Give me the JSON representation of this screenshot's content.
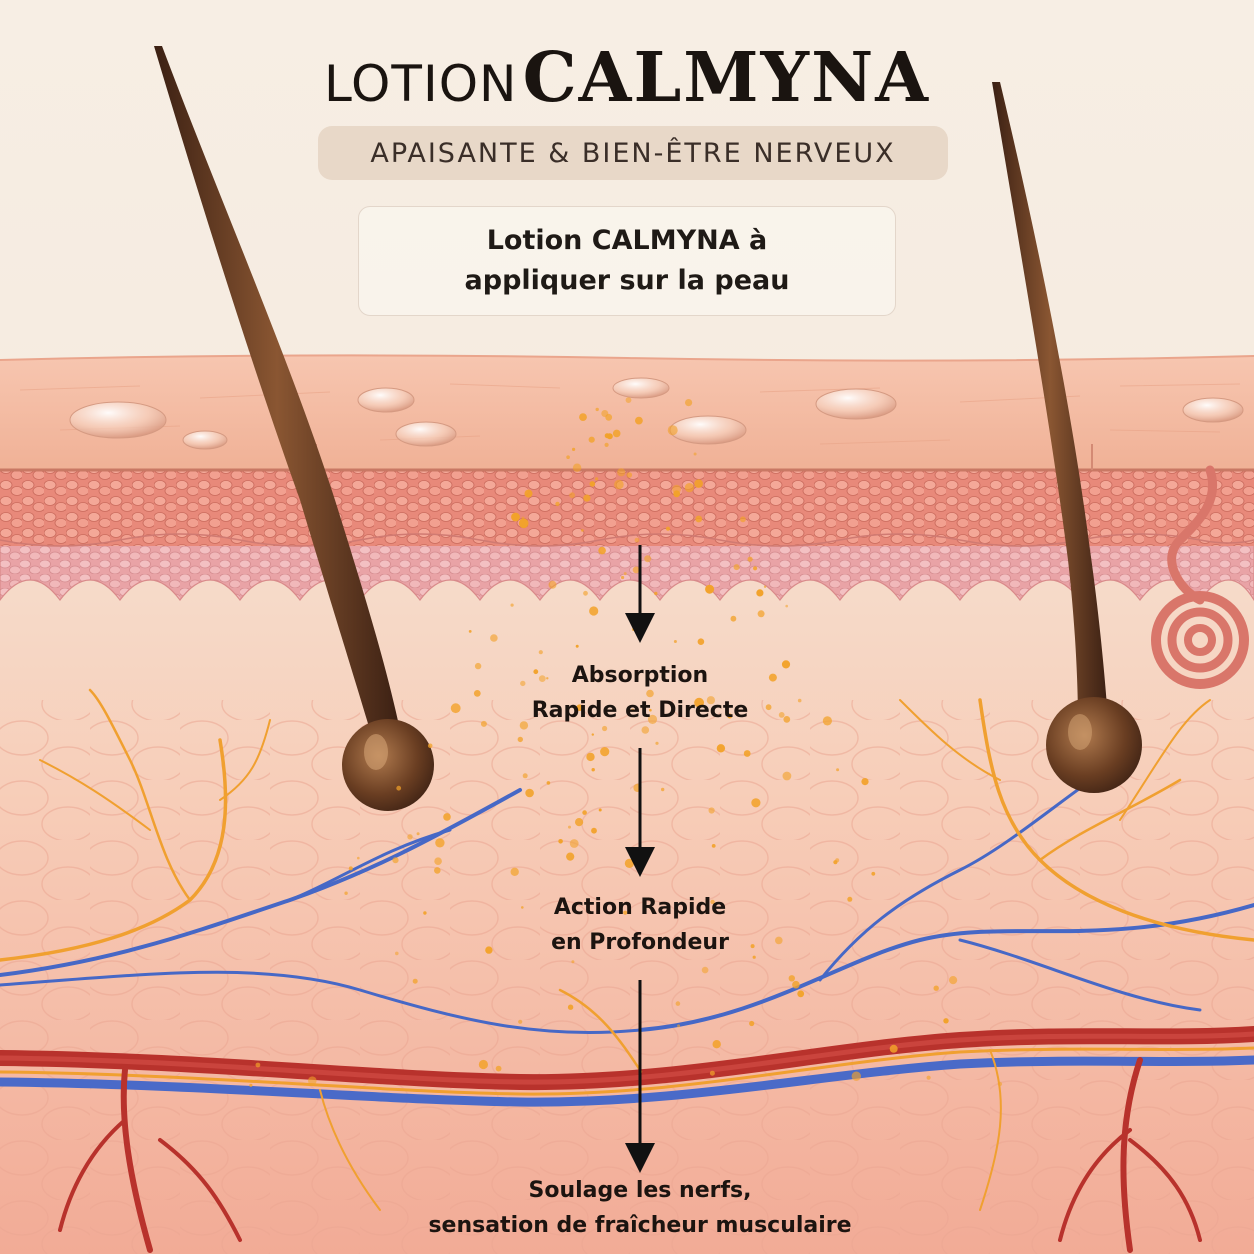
{
  "header": {
    "title_prefix": "LOTION",
    "title_brand": "CALMYNA",
    "subtitle": "APAISANTE & BIEN-ÊTRE NERVEUX"
  },
  "info_box": {
    "line1": "Lotion CALMYNA à",
    "line2": "appliquer sur la peau"
  },
  "steps": [
    {
      "line1": "Absorption",
      "line2": "Rapide et Directe"
    },
    {
      "line1": "Action Rapide",
      "line2": "en Profondeur"
    },
    {
      "line1": "Soulage les nerfs,",
      "line2": "sensation de fraîcheur musculaire"
    }
  ],
  "colors": {
    "background": "#f5ebe0",
    "skin_surface": "#f3b9a2",
    "epidermis": "#e88f7f",
    "dermis": "#f6c4b1",
    "hair": "#5a3522",
    "nerve": "#f0a030",
    "vein": "#4a6ac8",
    "artery": "#b8322c",
    "lotion_particles": "#f2a22a",
    "subtitle_bg": "#e8d8c8"
  }
}
